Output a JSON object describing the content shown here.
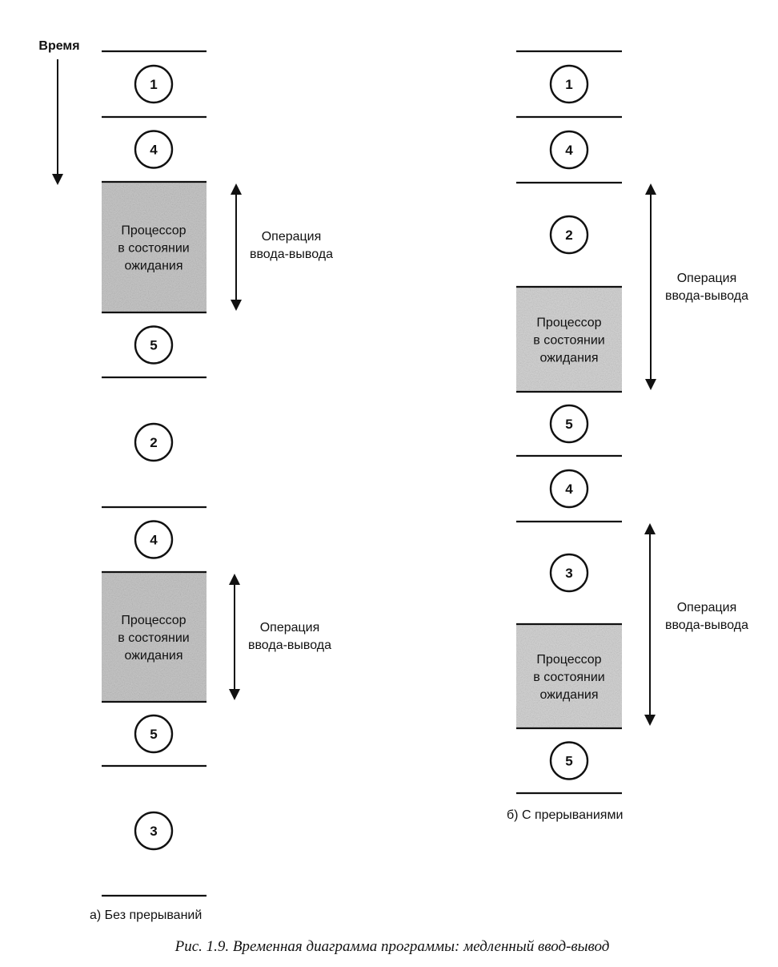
{
  "time_label": "Время",
  "left": {
    "caption": "а) Без прерываний",
    "segments": [
      {
        "kind": "step",
        "label": "1"
      },
      {
        "kind": "step",
        "label": "4"
      },
      {
        "kind": "wait",
        "lines": [
          "Процессор",
          "в состоянии",
          "ожидания"
        ]
      },
      {
        "kind": "step",
        "label": "5"
      },
      {
        "kind": "step",
        "label": "2"
      },
      {
        "kind": "step",
        "label": "4"
      },
      {
        "kind": "wait",
        "lines": [
          "Процессор",
          "в состоянии",
          "ожидания"
        ]
      },
      {
        "kind": "step",
        "label": "5"
      },
      {
        "kind": "step",
        "label": "3"
      }
    ],
    "io_ops": [
      {
        "lines": [
          "Операция",
          "ввода-вывода"
        ]
      },
      {
        "lines": [
          "Операция",
          "ввода-вывода"
        ]
      }
    ]
  },
  "right": {
    "caption": "б) С прерываниями",
    "segments": [
      {
        "kind": "step",
        "label": "1"
      },
      {
        "kind": "step",
        "label": "4"
      },
      {
        "kind": "step",
        "label": "2"
      },
      {
        "kind": "wait",
        "lines": [
          "Процессор",
          "в состоянии",
          "ожидания"
        ]
      },
      {
        "kind": "step",
        "label": "5"
      },
      {
        "kind": "step",
        "label": "4"
      },
      {
        "kind": "step",
        "label": "3"
      },
      {
        "kind": "wait",
        "lines": [
          "Процессор",
          "в состоянии",
          "ожидания"
        ]
      },
      {
        "kind": "step",
        "label": "5"
      }
    ],
    "io_ops": [
      {
        "lines": [
          "Операция",
          "ввода-вывода"
        ]
      },
      {
        "lines": [
          "Операция",
          "ввода-вывода"
        ]
      }
    ]
  },
  "figure_caption": "Рис. 1.9. Временная диаграмма программы: медленный ввод-вывод"
}
